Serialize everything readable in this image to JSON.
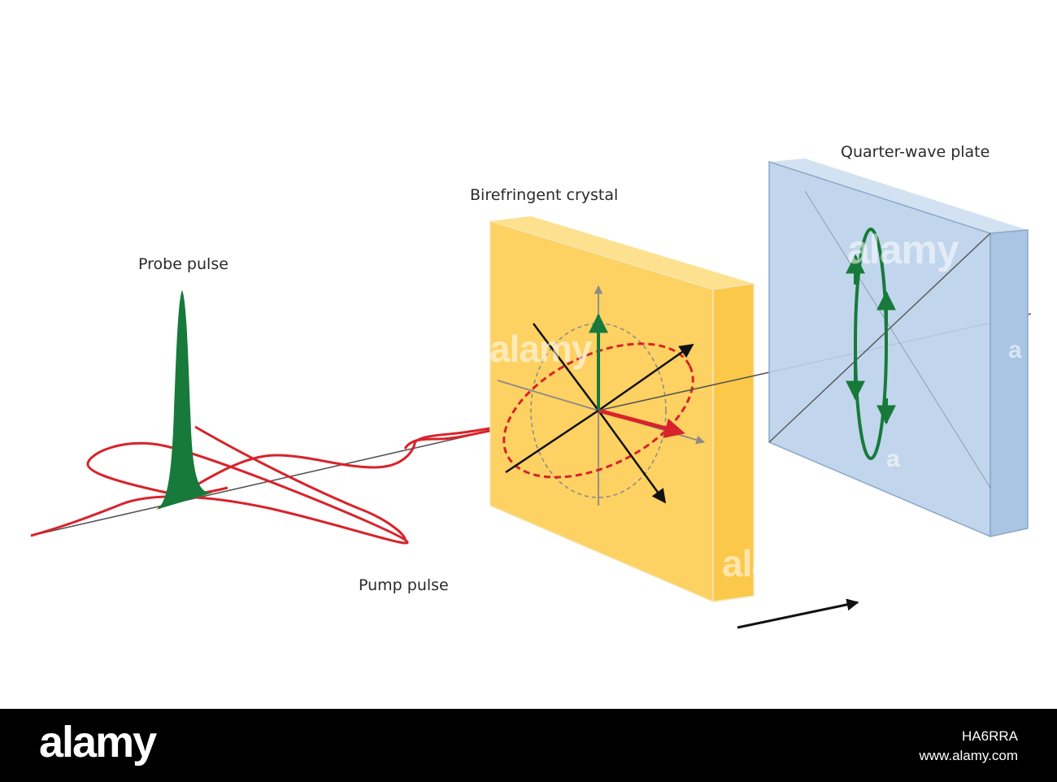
{
  "labels": {
    "probe_pulse": "Probe pulse",
    "birefringent_crystal": "Birefringent crystal",
    "quarter_wave_plate": "Quarter-wave plate",
    "pump_pulse": "Pump pulse"
  },
  "watermarks": [
    "alamy",
    "alamy",
    "alamy",
    "a",
    "a"
  ],
  "footer": {
    "brand": "alamy",
    "image_code": "HA6RRA",
    "url": "www.alamy.com"
  },
  "colors": {
    "crystal": "#fdd162",
    "wave_plate": "#bcd3ea",
    "pump": "#d8232a",
    "probe": "#177a3a",
    "beam": "#555555"
  }
}
